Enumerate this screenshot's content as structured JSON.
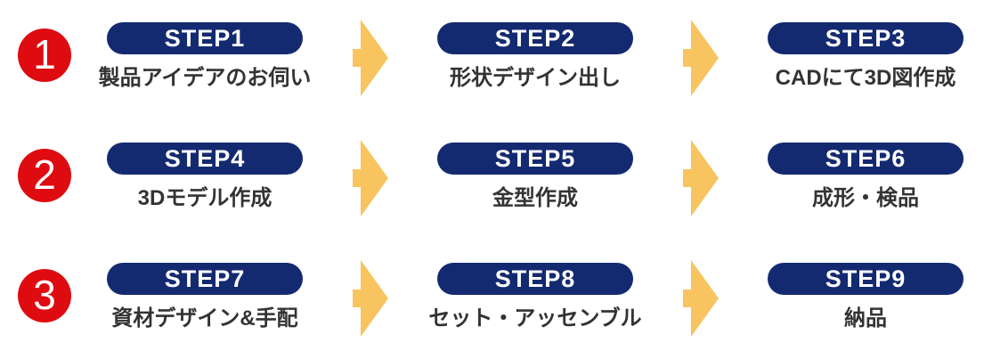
{
  "colors": {
    "navy": "#142a70",
    "red": "#de0b10",
    "yellow": "#f8c45f",
    "text": "#333333"
  },
  "rows": [
    {
      "number": "1",
      "steps": [
        {
          "badge": "STEP1",
          "label": "製品アイデアのお伺い"
        },
        {
          "badge": "STEP2",
          "label": "形状デザイン出し"
        },
        {
          "badge": "STEP3",
          "label": "CADにて3D図作成"
        }
      ]
    },
    {
      "number": "2",
      "steps": [
        {
          "badge": "STEP4",
          "label": "3Dモデル作成"
        },
        {
          "badge": "STEP5",
          "label": "金型作成"
        },
        {
          "badge": "STEP6",
          "label": "成形・検品"
        }
      ]
    },
    {
      "number": "3",
      "steps": [
        {
          "badge": "STEP7",
          "label": "資材デザイン&手配"
        },
        {
          "badge": "STEP8",
          "label": "セット・アッセンブル"
        },
        {
          "badge": "STEP9",
          "label": "納品"
        }
      ]
    }
  ]
}
